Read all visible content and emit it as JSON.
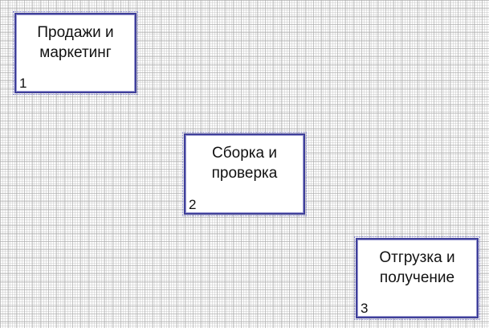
{
  "diagram": {
    "blocks": [
      {
        "id": "1",
        "label": "Продажи и\nмаркетинг",
        "number": "1"
      },
      {
        "id": "2",
        "label": "Сборка и\nпроверка",
        "number": "2"
      },
      {
        "id": "3",
        "label": "Отгрузка и\nполучение",
        "number": "3"
      }
    ],
    "colors": {
      "block_border": "#3f3f9a",
      "grid": "#aaaaaa",
      "text": "#111111"
    }
  }
}
